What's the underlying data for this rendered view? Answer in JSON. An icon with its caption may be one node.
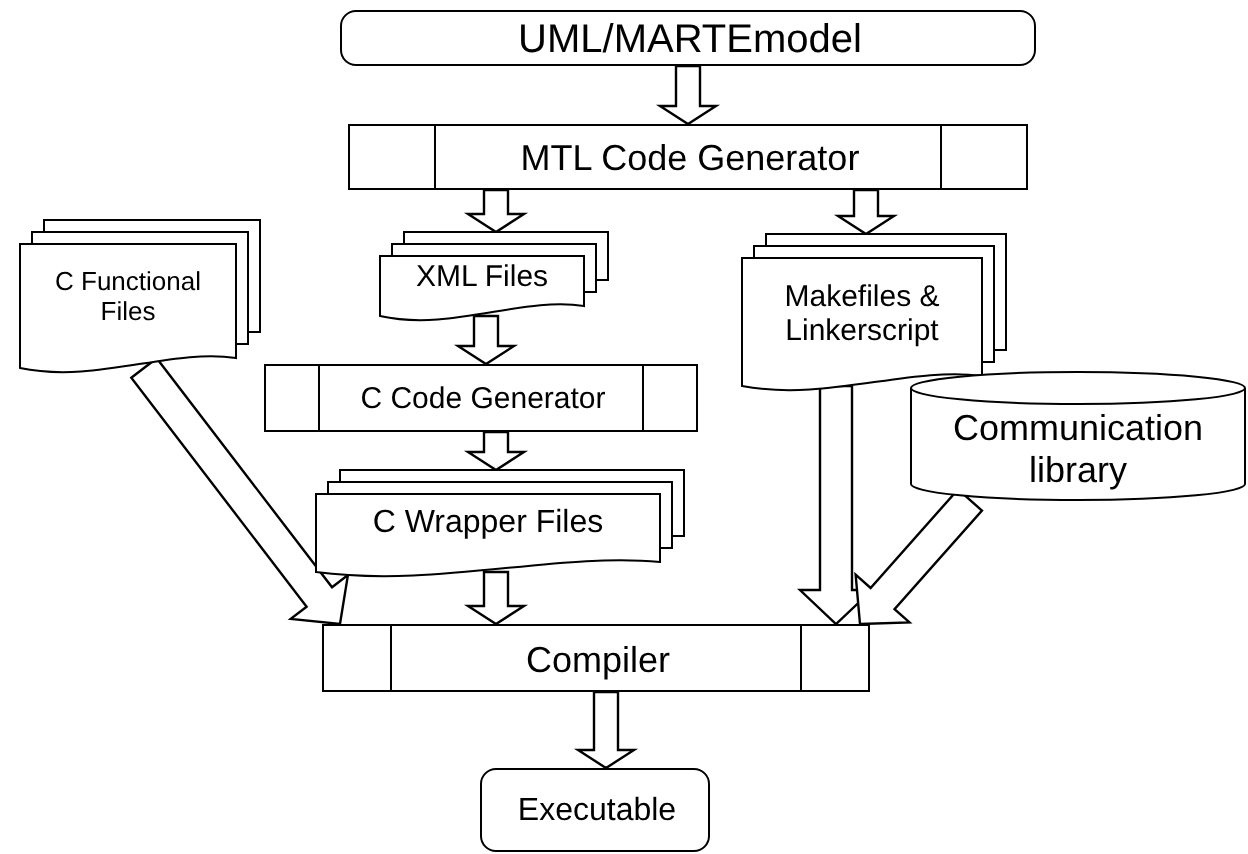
{
  "diagram": {
    "nodes": [
      {
        "text": [
          "UML/MARTEmodel"
        ]
      },
      {
        "text": [
          "MTL Code Generator"
        ]
      },
      {
        "text": [
          "C Functional Files"
        ]
      },
      {
        "text": [
          "XML Files"
        ]
      },
      {
        "text": [
          "Makefiles & Linkerscript"
        ]
      },
      {
        "text": [
          "C Code Generator"
        ]
      },
      {
        "text": [
          "Communication library"
        ]
      },
      {
        "text": [
          "C Wrapper Files"
        ]
      },
      {
        "text": [
          "Compiler"
        ]
      },
      {
        "text": [
          "Executable"
        ]
      }
    ],
    "edges": [
      {
        "from": 0,
        "to": 1,
        "arrow": "to"
      },
      {
        "from": 1,
        "to": 3,
        "arrow": "to"
      },
      {
        "from": 1,
        "to": 4,
        "arrow": "to"
      },
      {
        "from": 3,
        "to": 5,
        "arrow": "to"
      },
      {
        "from": 5,
        "to": 7,
        "arrow": "to"
      },
      {
        "from": 7,
        "to": 8,
        "arrow": "to"
      },
      {
        "from": 8,
        "to": 9,
        "arrow": "to"
      },
      {
        "from": 2,
        "to": 8,
        "arrow": "to"
      },
      {
        "from": 4,
        "to": 8,
        "arrow": "to"
      },
      {
        "from": 6,
        "to": 8,
        "arrow": "to"
      }
    ]
  }
}
